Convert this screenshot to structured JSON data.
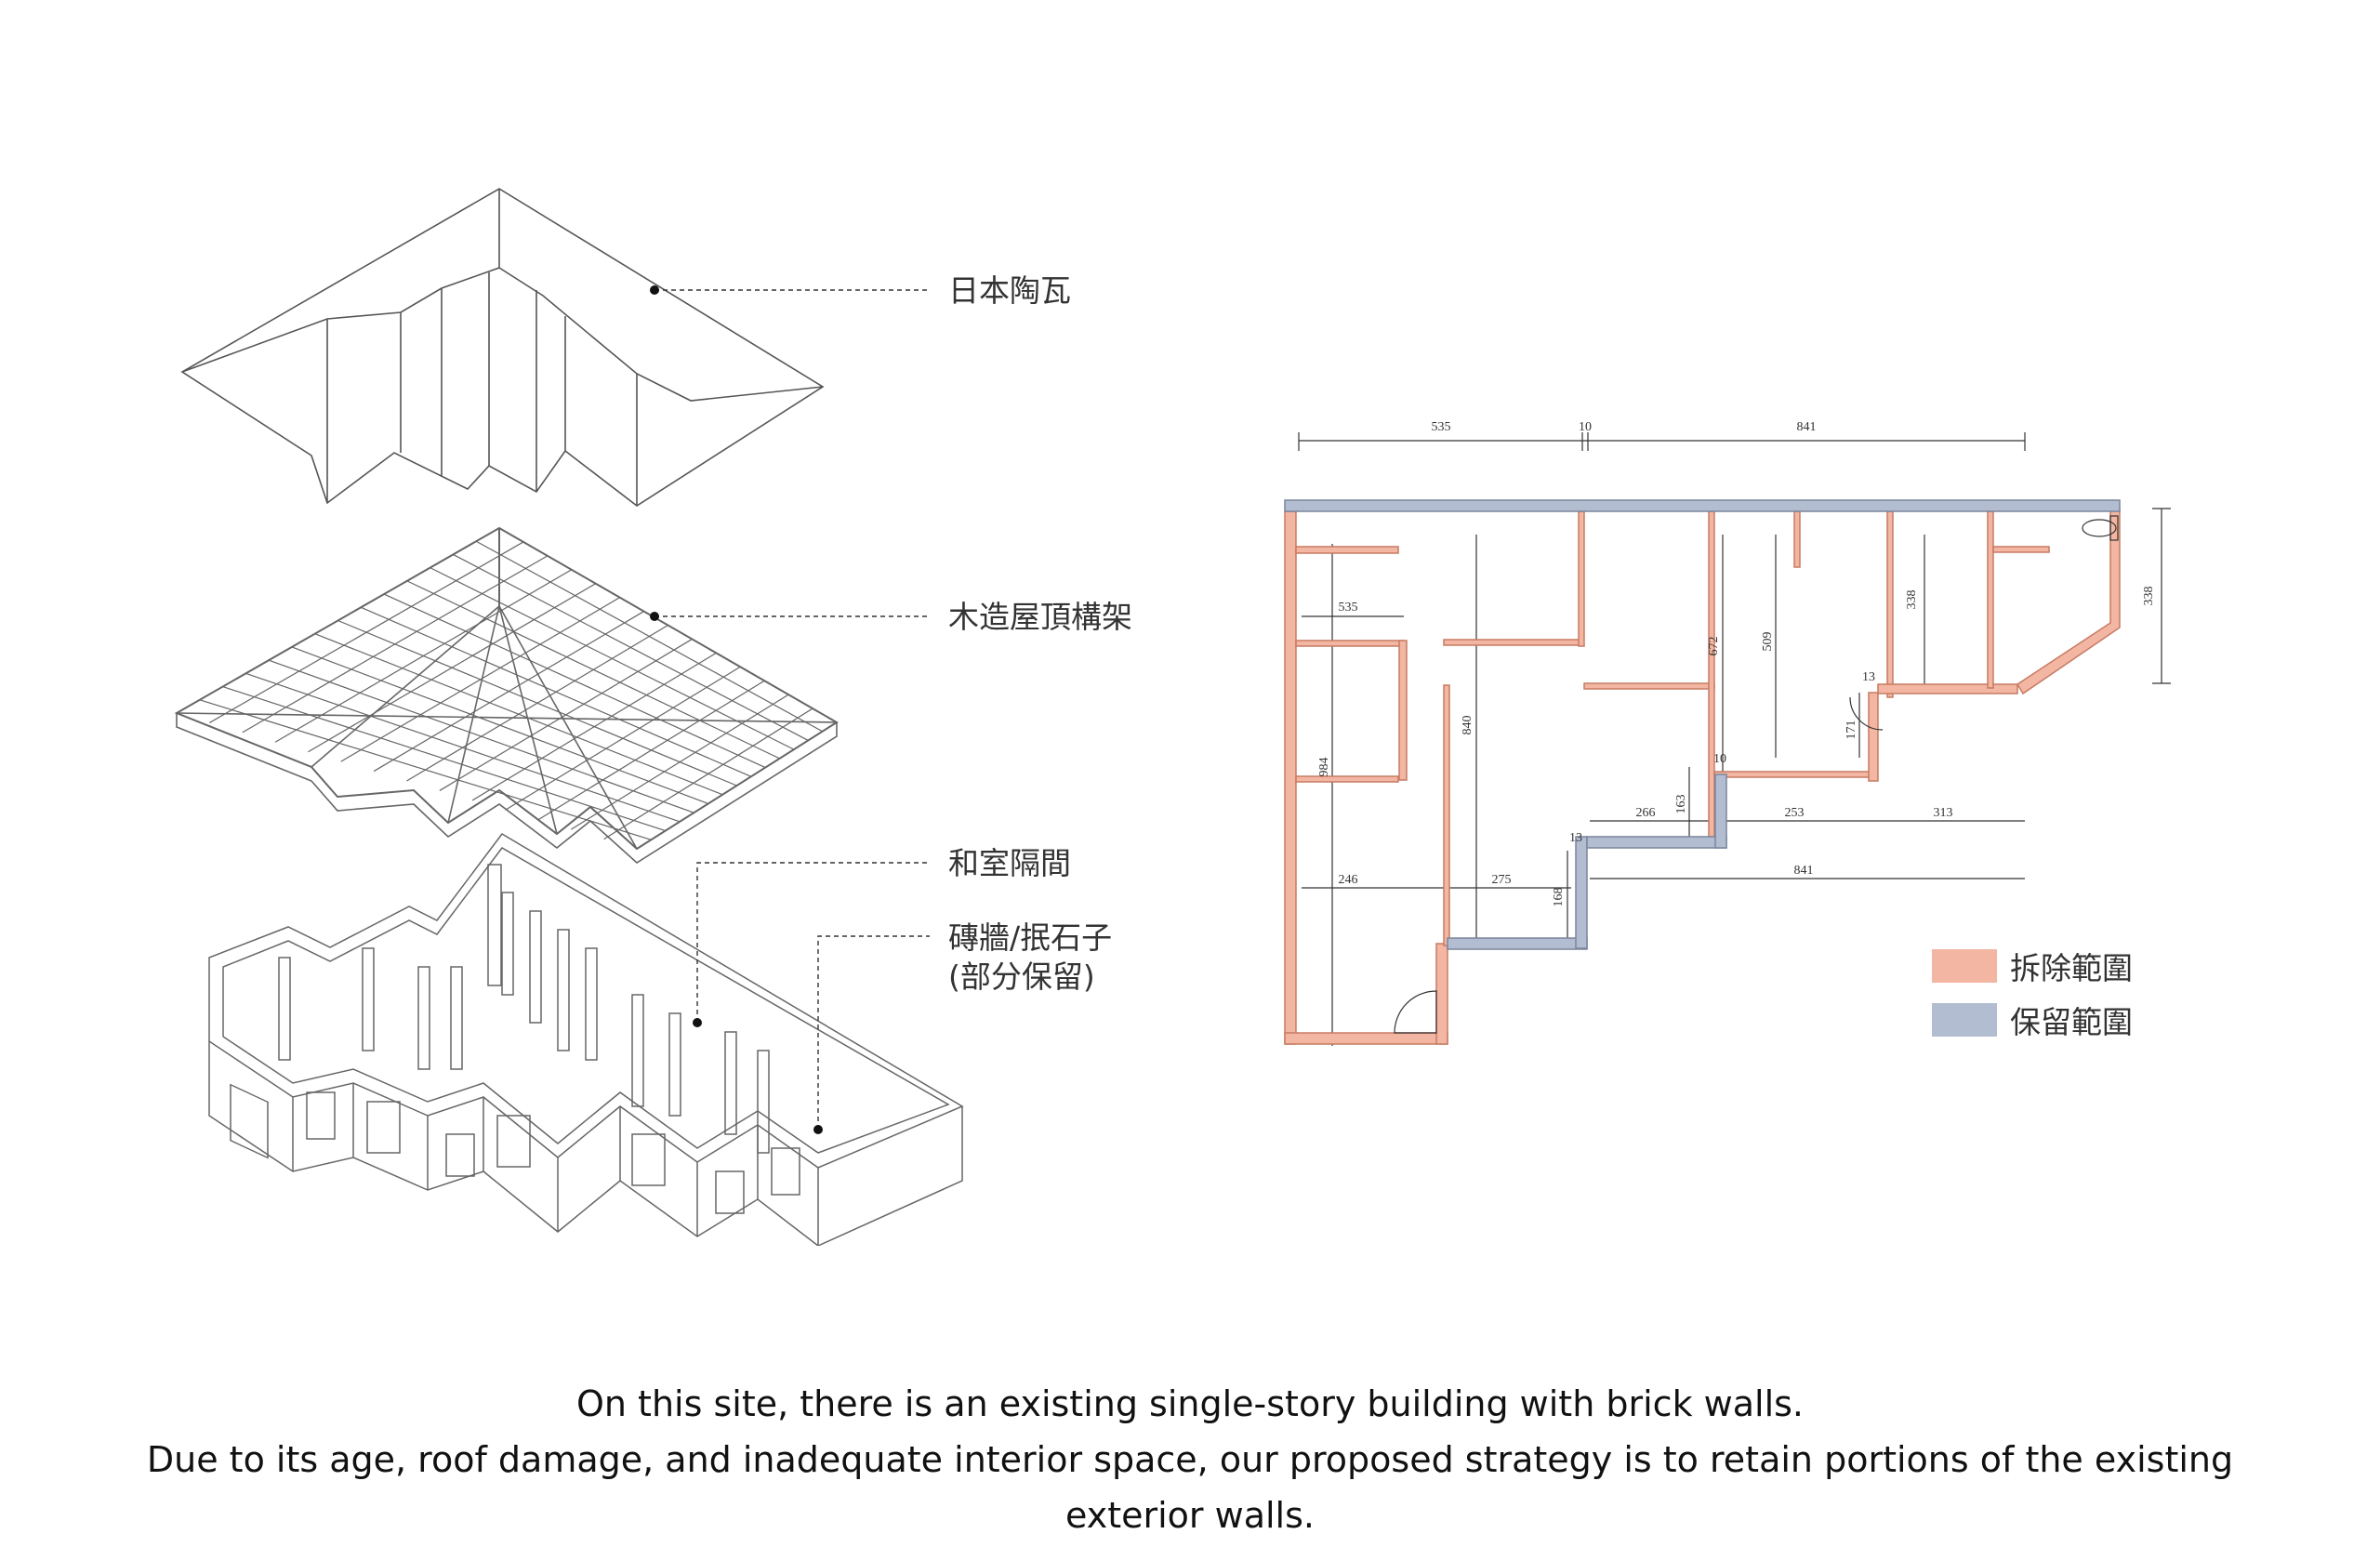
{
  "axonometric": {
    "labels": {
      "roof_tiles": "日本陶瓦",
      "roof_truss": "木造屋頂構架",
      "partition": "和室隔間",
      "brick_wall_line1": "磚牆/抿石子",
      "brick_wall_line2": "(部分保留)"
    }
  },
  "floor_plan": {
    "dimensions": {
      "top_1": "535",
      "top_2": "10",
      "top_3": "841",
      "right": "338",
      "inner_right": "338",
      "room_1_width": "535",
      "left_height": "984",
      "center_height": "840",
      "d672": "672",
      "d509": "509",
      "d13a": "13",
      "d171": "171",
      "d10": "10",
      "d266": "266",
      "d163": "163",
      "d253": "253",
      "d313": "313",
      "d13b": "13",
      "d246": "246",
      "d275": "275",
      "d168": "168",
      "bottom_841": "841"
    },
    "colors": {
      "demolish": "#f2b6a2",
      "retain": "#b3bdd1"
    }
  },
  "legend": {
    "items": [
      {
        "label": "拆除範圍",
        "color": "#f2b6a2"
      },
      {
        "label": "保留範圍",
        "color": "#b3bdd1"
      }
    ]
  },
  "caption": {
    "line1": "On this site, there is an existing single-story building with brick walls.",
    "line2": "Due to its age, roof damage, and inadequate interior space, our proposed strategy is to retain portions of the existing exterior walls."
  }
}
